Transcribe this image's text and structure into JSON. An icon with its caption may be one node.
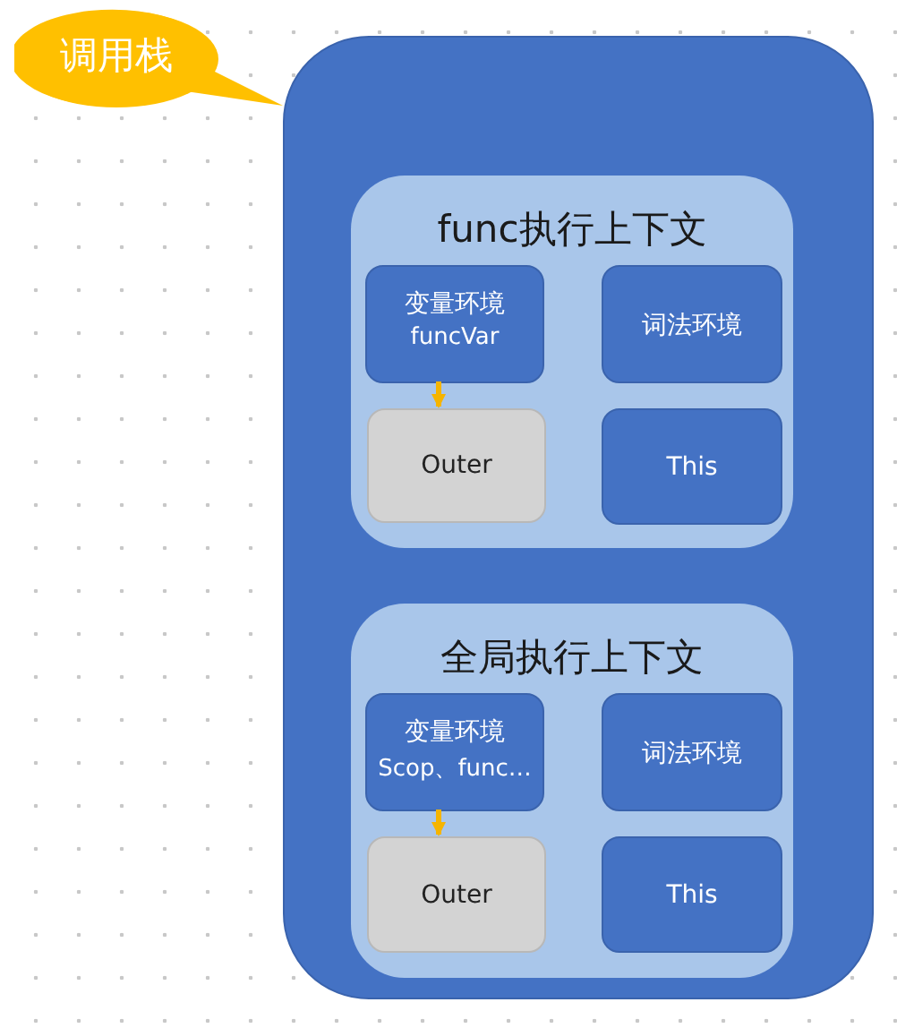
{
  "diagram": {
    "nodes": [
      {
        "text": [
          "调用栈"
        ]
      },
      {
        "text": [],
        "shape": "box"
      },
      {
        "text": [
          "func执行上下文"
        ],
        "in": 1
      },
      {
        "text": [
          "变量环境",
          "funcVar"
        ],
        "in": 2
      },
      {
        "text": [
          "词法环境"
        ],
        "in": 2
      },
      {
        "text": [
          "Outer"
        ],
        "in": 2
      },
      {
        "text": [
          "This"
        ],
        "in": 2
      },
      {
        "text": [
          "全局执行上下文"
        ],
        "in": 1
      },
      {
        "text": [
          "变量环境",
          "Scop、func…"
        ],
        "in": 7
      },
      {
        "text": [
          "词法环境"
        ],
        "in": 7
      },
      {
        "text": [
          "Outer"
        ],
        "in": 7
      },
      {
        "text": [
          "This"
        ],
        "in": 7
      }
    ],
    "edges": [
      {
        "from": 3,
        "to": 5,
        "arrow": "to"
      },
      {
        "from": 8,
        "to": 10,
        "arrow": "to"
      }
    ]
  }
}
